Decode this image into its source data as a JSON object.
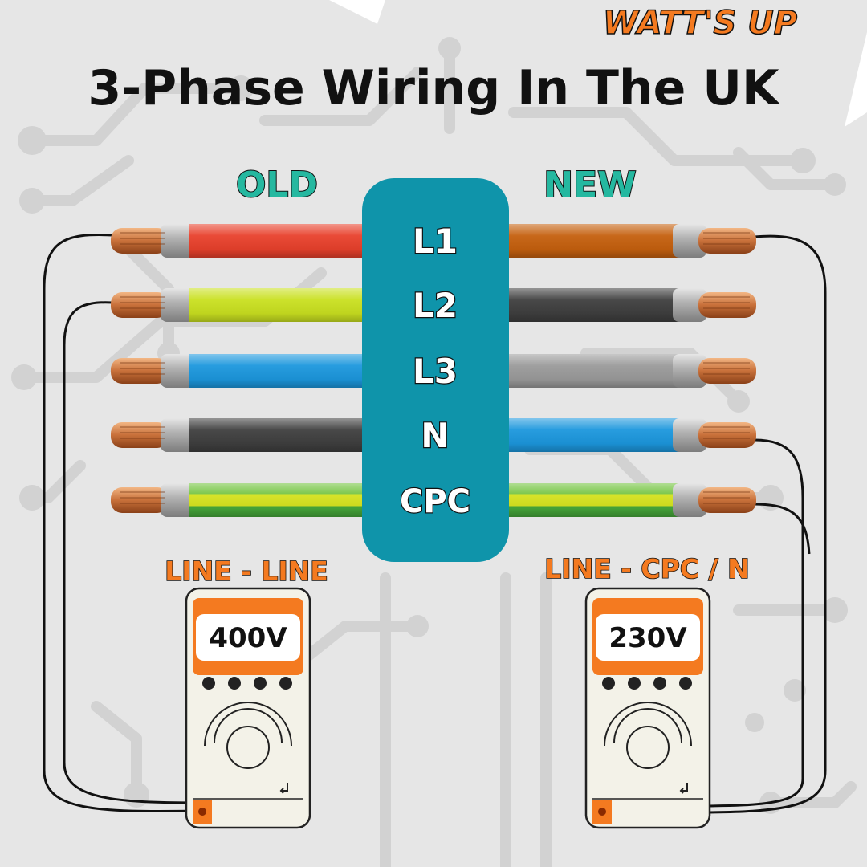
{
  "brand": {
    "logo_text": "WATT'S UP",
    "logo_color": "#f47a20"
  },
  "title": "3-Phase Wiring In The UK",
  "columns": {
    "old_label": "OLD",
    "new_label": "NEW"
  },
  "terminals": [
    {
      "label": "L1",
      "old_color": "#e8412c",
      "new_color": "#c5600e"
    },
    {
      "label": "L2",
      "old_color": "#c9e020",
      "new_color": "#3f3f3f"
    },
    {
      "label": "L3",
      "old_color": "#1c97dd",
      "new_color": "#9a9a9a"
    },
    {
      "label": "N",
      "old_color": "#3f3f3f",
      "new_color": "#1c97dd"
    },
    {
      "label": "CPC",
      "old_color": "green-yellow",
      "new_color": "green-yellow"
    }
  ],
  "meters": [
    {
      "heading": "LINE - LINE",
      "reading": "400V"
    },
    {
      "heading": "LINE - CPC / N",
      "reading": "230V"
    }
  ],
  "colors": {
    "background": "#e6e6e6",
    "circuit": "#d4d4d4",
    "terminal_block": "#0f94aa",
    "teal_text": "#25b8a0",
    "meter_orange": "#f47a20",
    "meter_body": "#f3f2e8",
    "copper": "#c8703a"
  },
  "icons": [
    "lightning-bolt-icon",
    "dial-icon",
    "probe-socket-icon"
  ]
}
